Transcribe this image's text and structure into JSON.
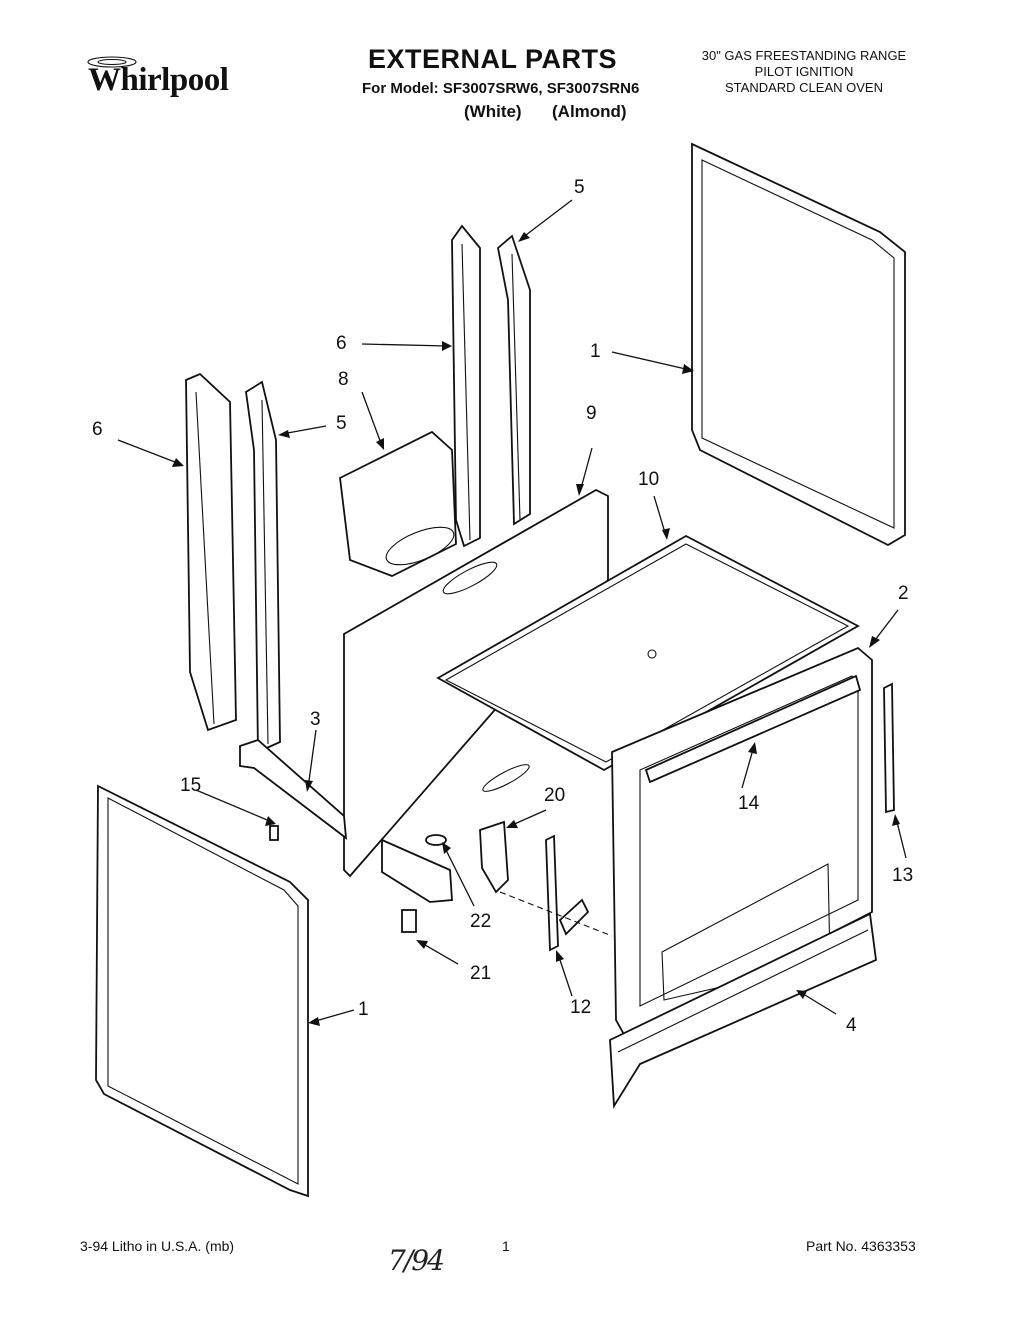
{
  "header": {
    "brand": "Whirlpool",
    "title": "EXTERNAL PARTS",
    "model_line": "For Model: SF3007SRW6, SF3007SRN6",
    "variant_white": "(White)",
    "variant_almond": "(Almond)",
    "spec_line1": "30\" GAS FREESTANDING RANGE",
    "spec_line2": "PILOT IGNITION",
    "spec_line3": "STANDARD CLEAN OVEN"
  },
  "callouts": {
    "side_panel_right": "1",
    "side_panel_left": "1",
    "front_frame": "2",
    "support_bracket": "3",
    "kick_plate": "4",
    "rear_channel_right": "5",
    "rear_channel_left": "5",
    "front_channel_right": "6",
    "front_channel_left": "6",
    "vent_duct": "8",
    "back_panel": "9",
    "cooktop_base": "10",
    "top_trim": "14",
    "trim_strip": "13",
    "hinge_bracket": "12",
    "screw_15": "15",
    "shield_20": "20",
    "screw_21": "21",
    "clip_22": "22"
  },
  "footer": {
    "litho": "3-94 Litho in U.S.A. (mb)",
    "page": "1",
    "part_no": "Part No. 4363353",
    "handwritten": "7/94"
  }
}
